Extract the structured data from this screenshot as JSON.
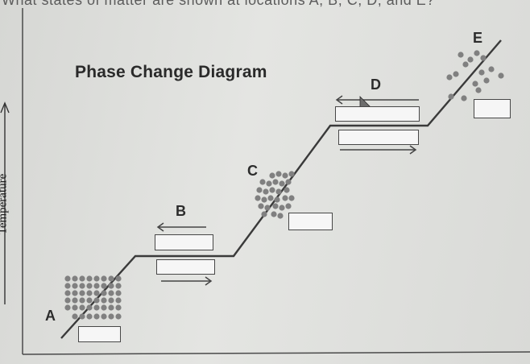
{
  "header": {
    "cropped_question": "What states of matter are shown at locations A, B, C, D, and E?"
  },
  "diagram": {
    "title": "Phase Change Diagram",
    "y_axis_label": "Temperature",
    "points": [
      "A",
      "B",
      "C",
      "D",
      "E"
    ]
  },
  "colors": {
    "line": "#3a3a3a",
    "particle": "#7d7d7d",
    "background": "#e1e2df"
  }
}
